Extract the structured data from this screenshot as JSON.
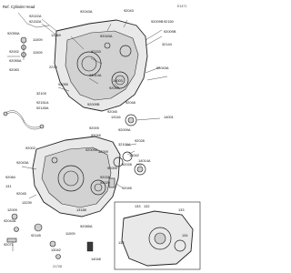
{
  "diagram": {
    "page_code": "E1471",
    "callout": "Ref. Cylinder Head",
    "labels": [
      "92022A",
      "92152A",
      "92043",
      "92009B",
      "92150",
      "11009",
      "92055A",
      "92002",
      "11009",
      "13269",
      "92043A",
      "92055A",
      "92009B",
      "32144",
      "92043A",
      "92083",
      "92153",
      "92043A",
      "2216",
      "14014A",
      "14003",
      "92055",
      "92043",
      "32109",
      "92048",
      "92045",
      "13116",
      "92151A",
      "92145A",
      "92009B",
      "92009",
      "92009A",
      "92045",
      "14001",
      "92002",
      "92009A",
      "92028",
      "32109A",
      "32009",
      "13042",
      "14014A",
      "92028",
      "92009",
      "92043A",
      "92028",
      "92029",
      "92084",
      "131",
      "92045",
      "92045",
      "13239",
      "13188",
      "12009",
      "92085A",
      "11009",
      "92145",
      "133",
      "133",
      "132",
      "132",
      "134",
      "92071",
      "92043A",
      "13042",
      "14048"
    ],
    "footer_code": "21728"
  }
}
